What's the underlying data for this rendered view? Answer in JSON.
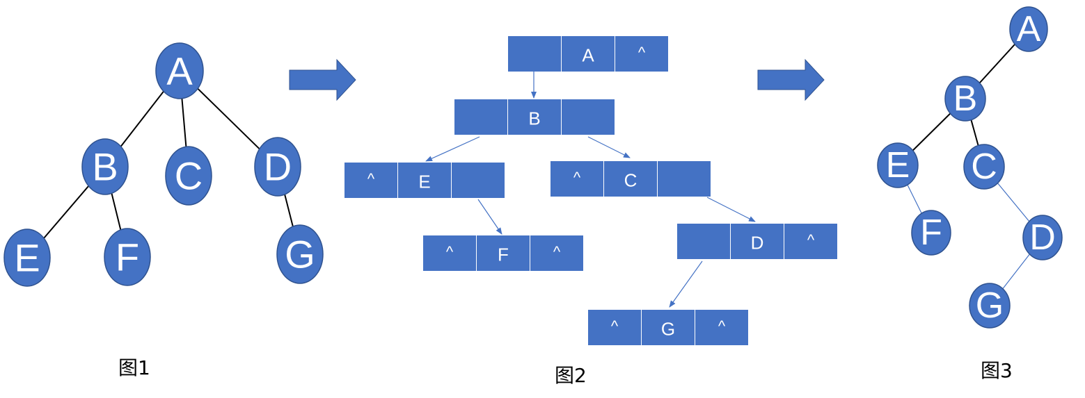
{
  "colors": {
    "fill": "#4472c4",
    "stroke": "#2f528f",
    "edge_black": "#000000",
    "edge_blue": "#4472c4",
    "text_on_fill": "#ffffff"
  },
  "figure1": {
    "caption": "图1",
    "nodes": [
      "A",
      "B",
      "C",
      "D",
      "E",
      "F",
      "G"
    ],
    "edges": [
      [
        "A",
        "B"
      ],
      [
        "A",
        "C"
      ],
      [
        "A",
        "D"
      ],
      [
        "B",
        "E"
      ],
      [
        "B",
        "F"
      ],
      [
        "D",
        "G"
      ]
    ]
  },
  "figure2": {
    "caption": "图2",
    "null_symbol": "^",
    "records": [
      {
        "id": "A",
        "cells": [
          "",
          "A",
          "^"
        ]
      },
      {
        "id": "B",
        "cells": [
          "",
          "B",
          ""
        ]
      },
      {
        "id": "E",
        "cells": [
          "^",
          "E",
          ""
        ]
      },
      {
        "id": "C",
        "cells": [
          "^",
          "C",
          ""
        ]
      },
      {
        "id": "F",
        "cells": [
          "^",
          "F",
          "^"
        ]
      },
      {
        "id": "D",
        "cells": [
          "",
          "D",
          "^"
        ]
      },
      {
        "id": "G",
        "cells": [
          "^",
          "G",
          "^"
        ]
      }
    ],
    "pointers": [
      [
        "A",
        "B"
      ],
      [
        "B",
        "E"
      ],
      [
        "B",
        "C"
      ],
      [
        "E",
        "F"
      ],
      [
        "C",
        "D"
      ],
      [
        "D",
        "G"
      ]
    ]
  },
  "figure3": {
    "caption": "图3",
    "nodes": [
      "A",
      "B",
      "C",
      "D",
      "E",
      "F",
      "G"
    ],
    "edges": [
      [
        "A",
        "B"
      ],
      [
        "B",
        "E"
      ],
      [
        "B",
        "C"
      ],
      [
        "E",
        "F"
      ],
      [
        "C",
        "D"
      ],
      [
        "D",
        "G"
      ]
    ]
  },
  "arrows": [
    "transform-arrow-1",
    "transform-arrow-2"
  ]
}
